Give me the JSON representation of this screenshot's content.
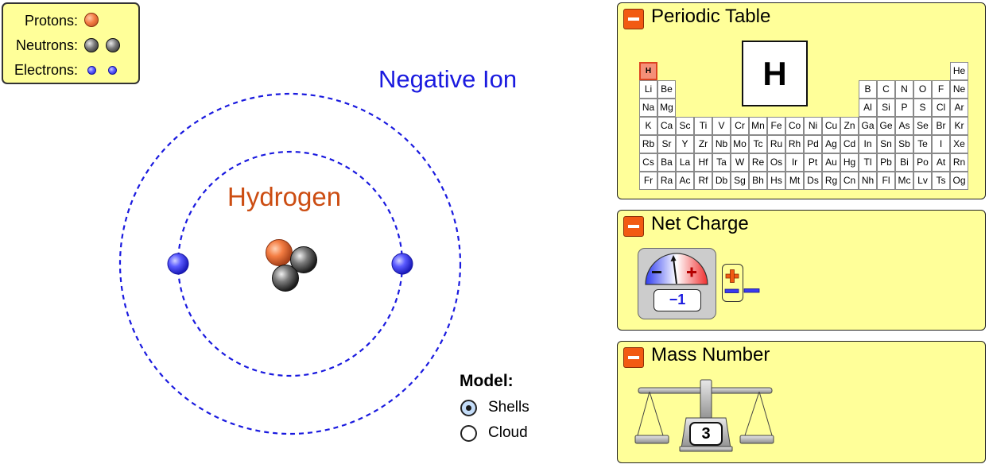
{
  "legend": {
    "protons_label": "Protons:",
    "neutrons_label": "Neutrons:",
    "electrons_label": "Electrons:"
  },
  "atom": {
    "ion_label": "Negative Ion",
    "element_name": "Hydrogen",
    "protons": 1,
    "neutrons": 2,
    "electrons": 2
  },
  "model": {
    "title": "Model:",
    "options": [
      {
        "label": "Shells",
        "checked": true
      },
      {
        "label": "Cloud",
        "checked": false
      }
    ]
  },
  "periodic_table": {
    "title": "Periodic Table",
    "selected_symbol": "H",
    "rows": [
      [
        "H",
        "He"
      ],
      [
        "Li",
        "Be",
        "B",
        "C",
        "N",
        "O",
        "F",
        "Ne"
      ],
      [
        "Na",
        "Mg",
        "Al",
        "Si",
        "P",
        "S",
        "Cl",
        "Ar"
      ],
      [
        "K",
        "Ca",
        "Sc",
        "Ti",
        "V",
        "Cr",
        "Mn",
        "Fe",
        "Co",
        "Ni",
        "Cu",
        "Zn",
        "Ga",
        "Ge",
        "As",
        "Se",
        "Br",
        "Kr"
      ],
      [
        "Rb",
        "Sr",
        "Y",
        "Zr",
        "Nb",
        "Mo",
        "Tc",
        "Ru",
        "Rh",
        "Pd",
        "Ag",
        "Cd",
        "In",
        "Sn",
        "Sb",
        "Te",
        "I",
        "Xe"
      ],
      [
        "Cs",
        "Ba",
        "La",
        "Hf",
        "Ta",
        "W",
        "Re",
        "Os",
        "Ir",
        "Pt",
        "Au",
        "Hg",
        "Tl",
        "Pb",
        "Bi",
        "Po",
        "At",
        "Rn"
      ],
      [
        "Fr",
        "Ra",
        "Ac",
        "Rf",
        "Db",
        "Sg",
        "Bh",
        "Hs",
        "Mt",
        "Ds",
        "Rg",
        "Cn",
        "Nh",
        "Fl",
        "Mc",
        "Lv",
        "Ts",
        "Og"
      ]
    ]
  },
  "net_charge": {
    "title": "Net Charge",
    "value": "−1"
  },
  "mass_number": {
    "title": "Mass Number",
    "value": "3"
  },
  "colors": {
    "panel_bg": "#ffff99",
    "accent": "#f25a12",
    "shell": "#1a1adf",
    "element_name": "#cc4d12"
  },
  "icons": [
    "proton-icon",
    "neutron-icon",
    "electron-icon",
    "collapse-icon",
    "charge-meter-icon",
    "balance-scale-icon"
  ]
}
